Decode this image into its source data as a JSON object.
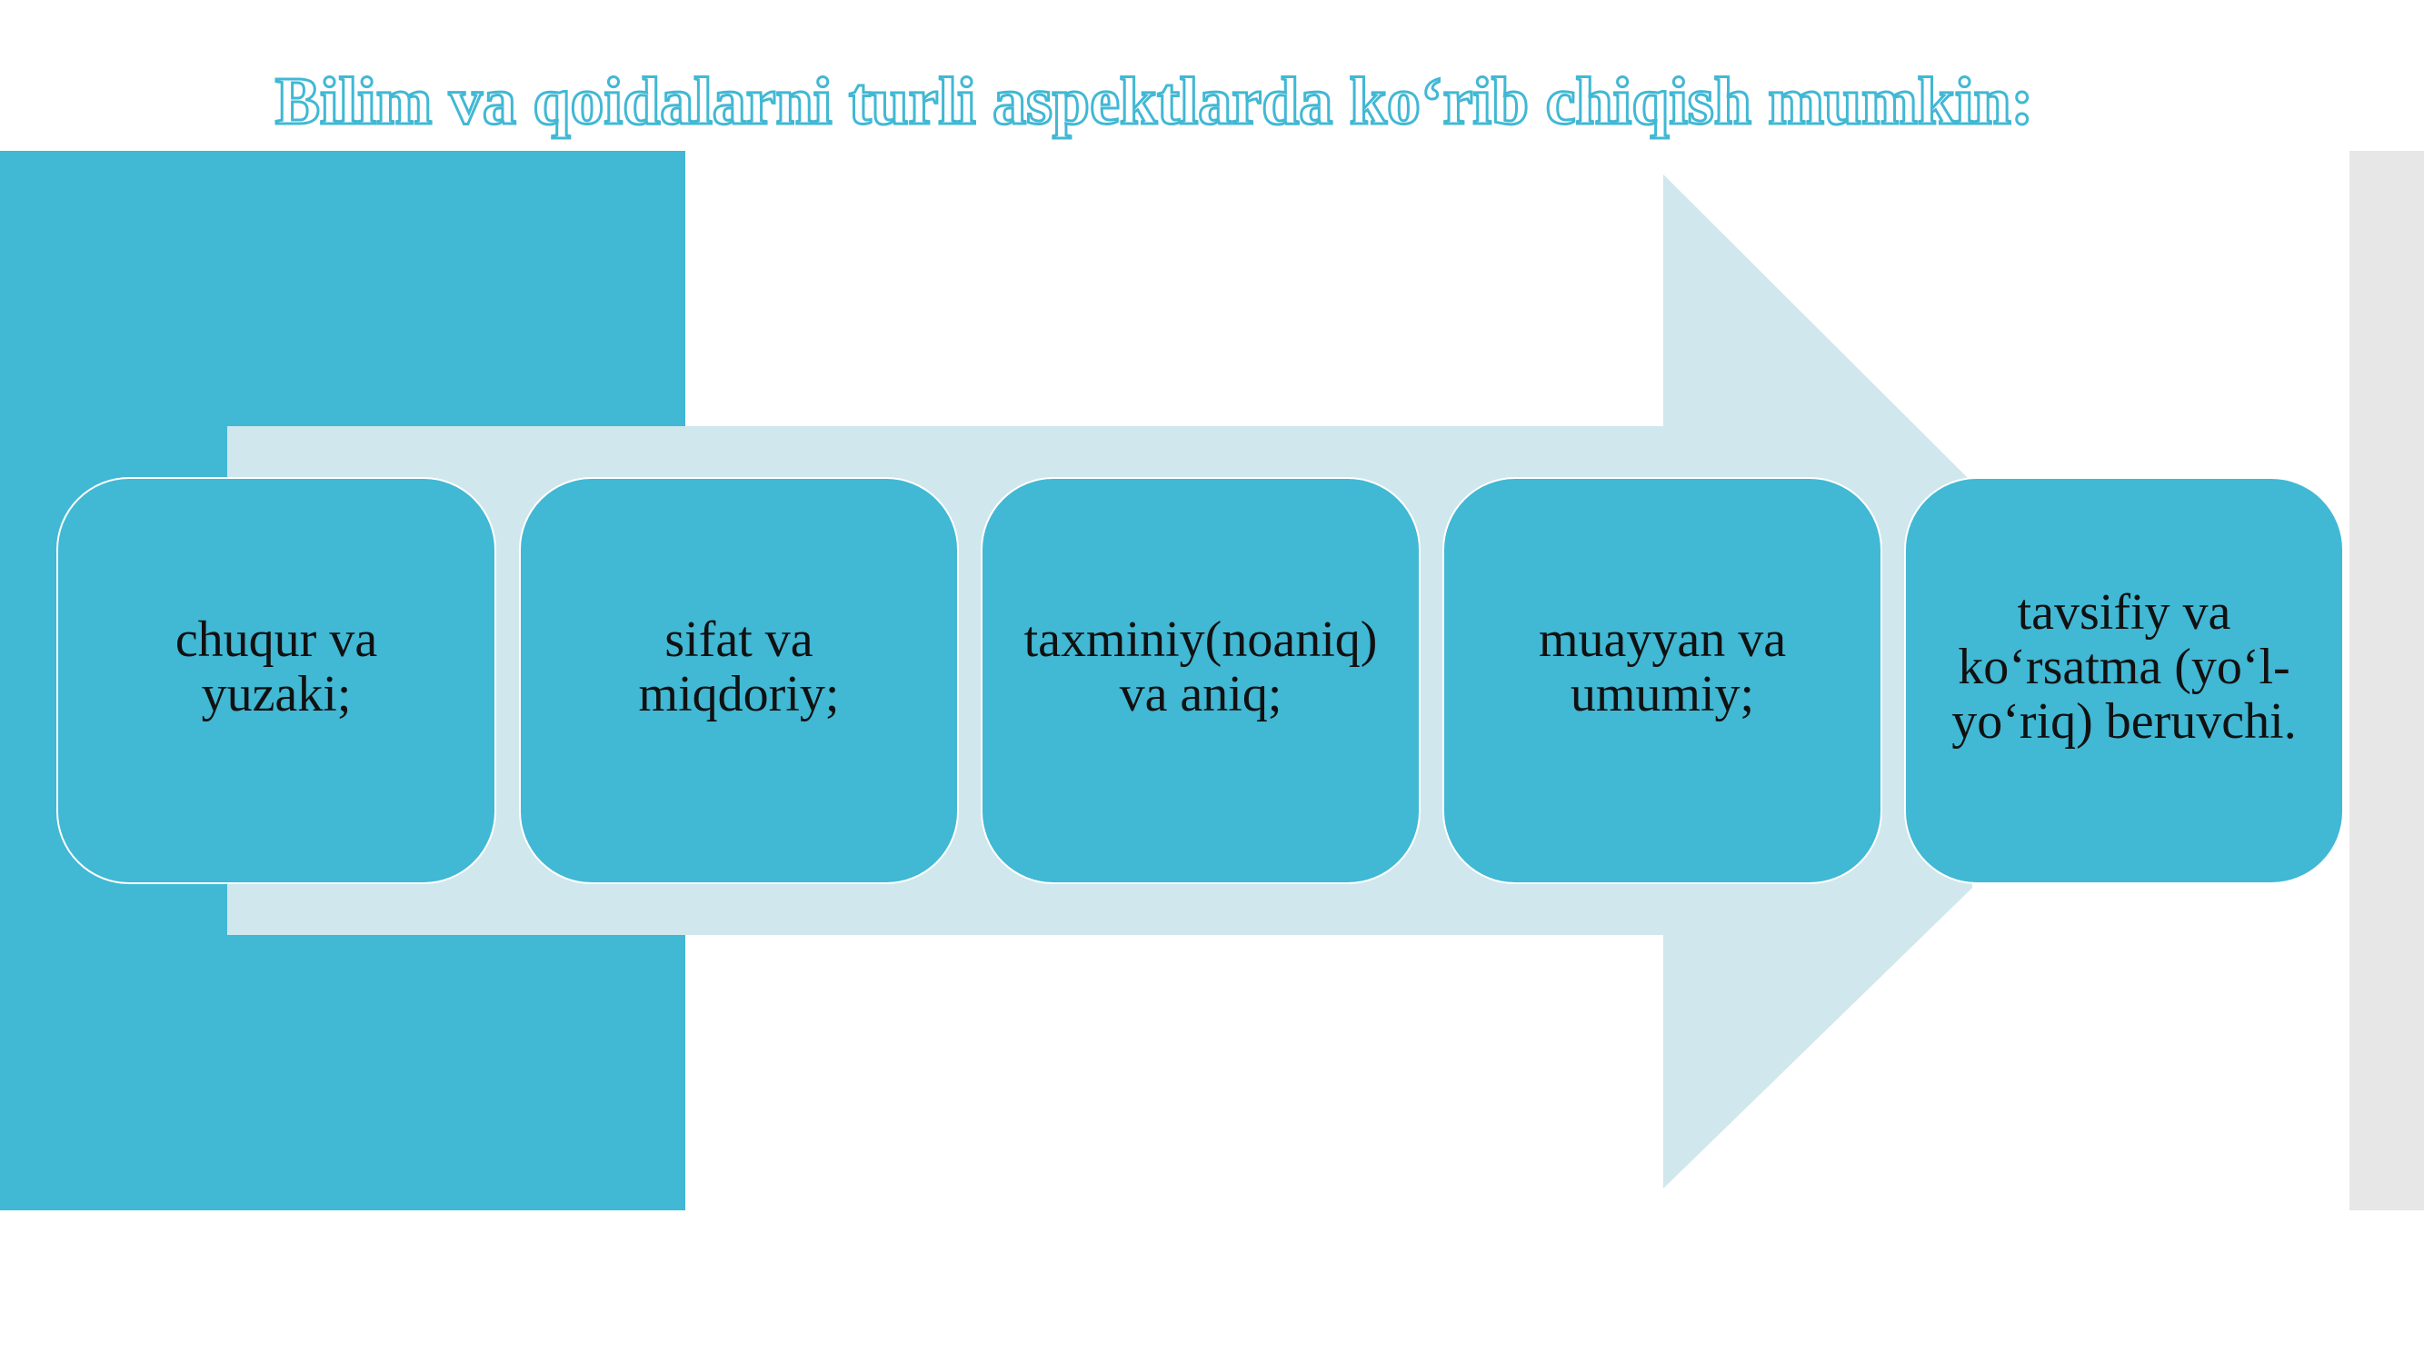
{
  "slide": {
    "title": "Bilim va qoidalarni turli aspektlarda ko‘rib chiqish mumkin:"
  },
  "colors": {
    "accent": "#41b8d4",
    "arrow": "#cfe7ed",
    "side_bar": "#e7e7e7",
    "text": "#111111"
  },
  "diagram": {
    "type": "process-arrow",
    "steps": [
      {
        "line1": "chuqur va",
        "line2": "yuzaki;"
      },
      {
        "line1": "sifat va",
        "line2": "miqdoriy;"
      },
      {
        "line1": "taxminiy(noaniq)",
        "line2": "va aniq;"
      },
      {
        "line1": "muayyan va",
        "line2": "umumiy;"
      },
      {
        "line1": "tavsifiy va",
        "line2": "ko‘rsatma (yo‘l-",
        "line3": "yo‘riq) beruvchi."
      }
    ]
  }
}
